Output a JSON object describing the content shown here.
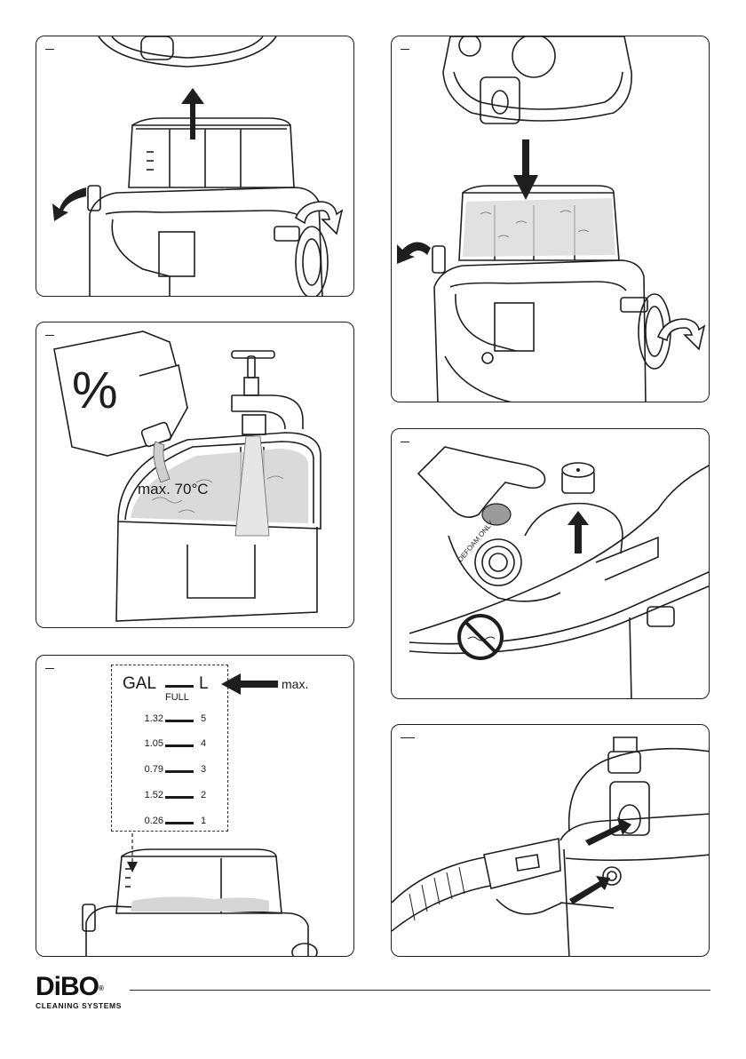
{
  "temperature_label": "max. 70°C",
  "percent_symbol": "%",
  "scale": {
    "unit_left": "GAL",
    "unit_right": "L",
    "full_label": "FULL",
    "max_label": "max.",
    "rows": [
      {
        "gal": "1.32",
        "liters": "5"
      },
      {
        "gal": "1.05",
        "liters": "4"
      },
      {
        "gal": "0.79",
        "liters": "3"
      },
      {
        "gal": "1.52",
        "liters": "2"
      },
      {
        "gal": "0.26",
        "liters": "1"
      }
    ]
  },
  "defoam_label": "DEFOAM ONLY",
  "brand": {
    "name": "DiBO",
    "registered": "®",
    "tagline": "CLEANING SYSTEMS"
  }
}
